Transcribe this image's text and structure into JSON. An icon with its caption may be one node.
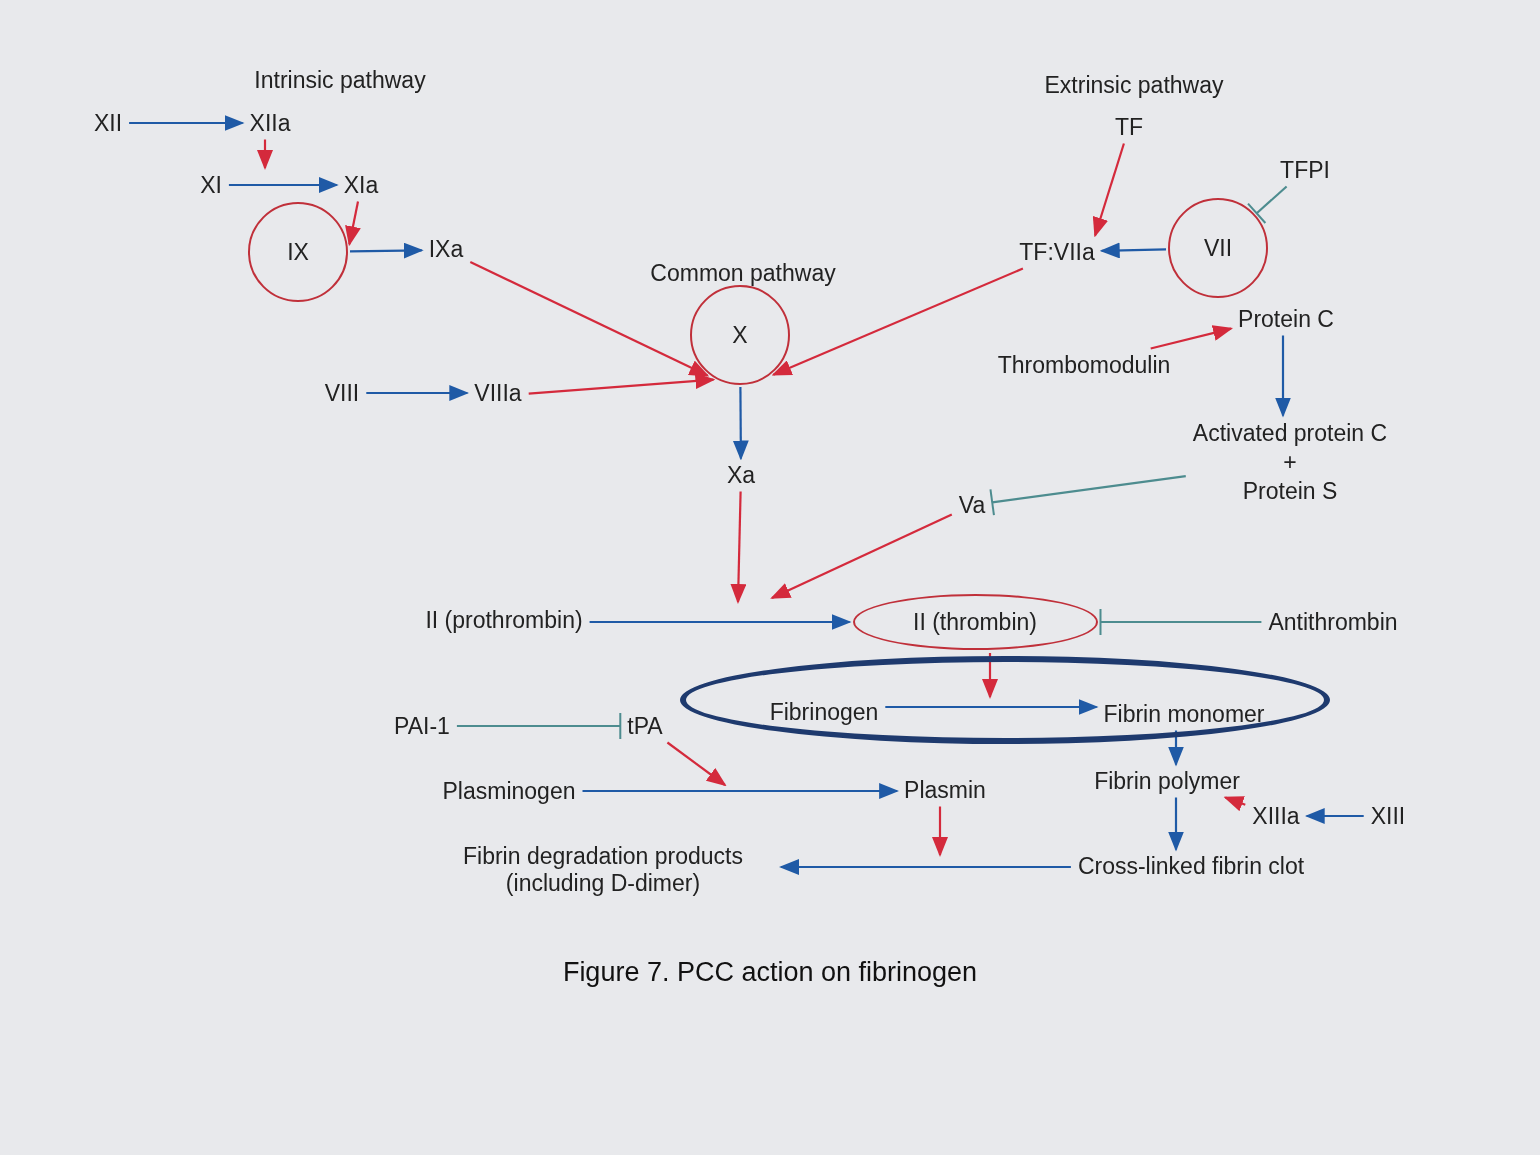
{
  "diagram": {
    "caption": "Figure 7. PCC action on fibrinogen",
    "nodes": [
      {
        "text": [
          "XII"
        ]
      },
      {
        "text": [
          "XIIa"
        ]
      },
      {
        "text": [
          "XI"
        ]
      },
      {
        "text": [
          "XIa"
        ]
      },
      {
        "text": [
          "IX"
        ]
      },
      {
        "text": [
          "IXa"
        ]
      },
      {
        "text": [
          "VIII"
        ]
      },
      {
        "text": [
          "VIIIa"
        ]
      },
      {
        "text": [
          "X"
        ]
      },
      {
        "text": [
          "Xa"
        ]
      },
      {
        "text": [
          "TF"
        ]
      },
      {
        "text": [
          "TFPI"
        ]
      },
      {
        "text": [
          "TF:VIIa"
        ]
      },
      {
        "text": [
          "VII"
        ]
      },
      {
        "text": [
          "Protein C"
        ]
      },
      {
        "text": [
          "Thrombomodulin"
        ]
      },
      {
        "text": [
          "Activated protein C",
          "+",
          "Protein S"
        ]
      },
      {
        "text": [
          "Va"
        ]
      },
      {
        "text": [
          "II (prothrombin)"
        ]
      },
      {
        "text": [
          "II (thrombin)"
        ]
      },
      {
        "text": [
          "Antithrombin"
        ]
      },
      {
        "text": [],
        "shape": "ellipse"
      },
      {
        "text": [
          "Fibrinogen"
        ],
        "in": 21
      },
      {
        "text": [
          "Fibrin monomer"
        ],
        "in": 21
      },
      {
        "text": [
          "PAI-1"
        ]
      },
      {
        "text": [
          "tPA"
        ]
      },
      {
        "text": [
          "Plasminogen"
        ]
      },
      {
        "text": [
          "Plasmin"
        ]
      },
      {
        "text": [
          "Fibrin polymer"
        ]
      },
      {
        "text": [
          "XIIIa"
        ]
      },
      {
        "text": [
          "XIII"
        ]
      },
      {
        "text": [
          "Cross-linked fibrin clot"
        ]
      },
      {
        "text": [
          "Fibrin degradation products (including D-dimer)"
        ]
      }
    ],
    "edges": [
      {
        "from": 0,
        "to": 1,
        "arrow": "to"
      },
      {
        "from": 1,
        "to": null,
        "arrow": "to",
        "color": "#d42a3c"
      },
      {
        "from": 2,
        "to": 3,
        "arrow": "to"
      },
      {
        "from": 3,
        "to": 4,
        "arrow": "to",
        "color": "#d42a3c"
      },
      {
        "from": 4,
        "to": 5,
        "arrow": "to"
      },
      {
        "from": 5,
        "to": 8,
        "arrow": "to",
        "color": "#d42a3c"
      },
      {
        "from": 6,
        "to": 7,
        "arrow": "to"
      },
      {
        "from": 7,
        "to": 8,
        "arrow": "to",
        "color": "#d42a3c"
      },
      {
        "from": 12,
        "to": 8,
        "arrow": "to",
        "color": "#d42a3c"
      },
      {
        "from": 8,
        "to": 9,
        "arrow": "to"
      },
      {
        "from": 10,
        "to": 12,
        "arrow": "to",
        "color": "#d42a3c"
      },
      {
        "from": 13,
        "to": 12,
        "arrow": "to"
      },
      {
        "from": 11,
        "to": 13,
        "arrow": "other",
        "color": "#4d8c8f"
      },
      {
        "from": 15,
        "to": 14,
        "arrow": "to",
        "color": "#d42a3c"
      },
      {
        "from": 14,
        "to": 16,
        "arrow": "to"
      },
      {
        "from": 16,
        "to": 17,
        "arrow": "other",
        "color": "#4d8c8f"
      },
      {
        "from": 9,
        "to": null,
        "arrow": "to",
        "color": "#d42a3c"
      },
      {
        "from": 17,
        "to": null,
        "arrow": "to",
        "color": "#d42a3c"
      },
      {
        "from": 18,
        "to": 19,
        "arrow": "to"
      },
      {
        "from": 20,
        "to": 19,
        "arrow": "other",
        "color": "#4d8c8f"
      },
      {
        "from": 19,
        "to": null,
        "arrow": "to",
        "color": "#d42a3c"
      },
      {
        "from": 22,
        "to": 23,
        "arrow": "to"
      },
      {
        "from": 23,
        "to": 28,
        "arrow": "to"
      },
      {
        "from": 24,
        "to": 25,
        "arrow": "other",
        "color": "#4d8c8f"
      },
      {
        "from": 25,
        "to": null,
        "arrow": "to",
        "color": "#d42a3c"
      },
      {
        "from": 26,
        "to": 27,
        "arrow": "to"
      },
      {
        "from": 27,
        "to": null,
        "arrow": "to",
        "color": "#d42a3c"
      },
      {
        "from": 31,
        "to": 32,
        "arrow": "to"
      },
      {
        "from": 28,
        "to": 31,
        "arrow": "to"
      },
      {
        "from": 29,
        "to": 28,
        "arrow": "to",
        "color": "#d42a3c"
      },
      {
        "from": 30,
        "to": 29,
        "arrow": "to"
      }
    ],
    "labels": [
      "Intrinsic pathway",
      "Extrinsic pathway",
      "Common pathway"
    ]
  }
}
